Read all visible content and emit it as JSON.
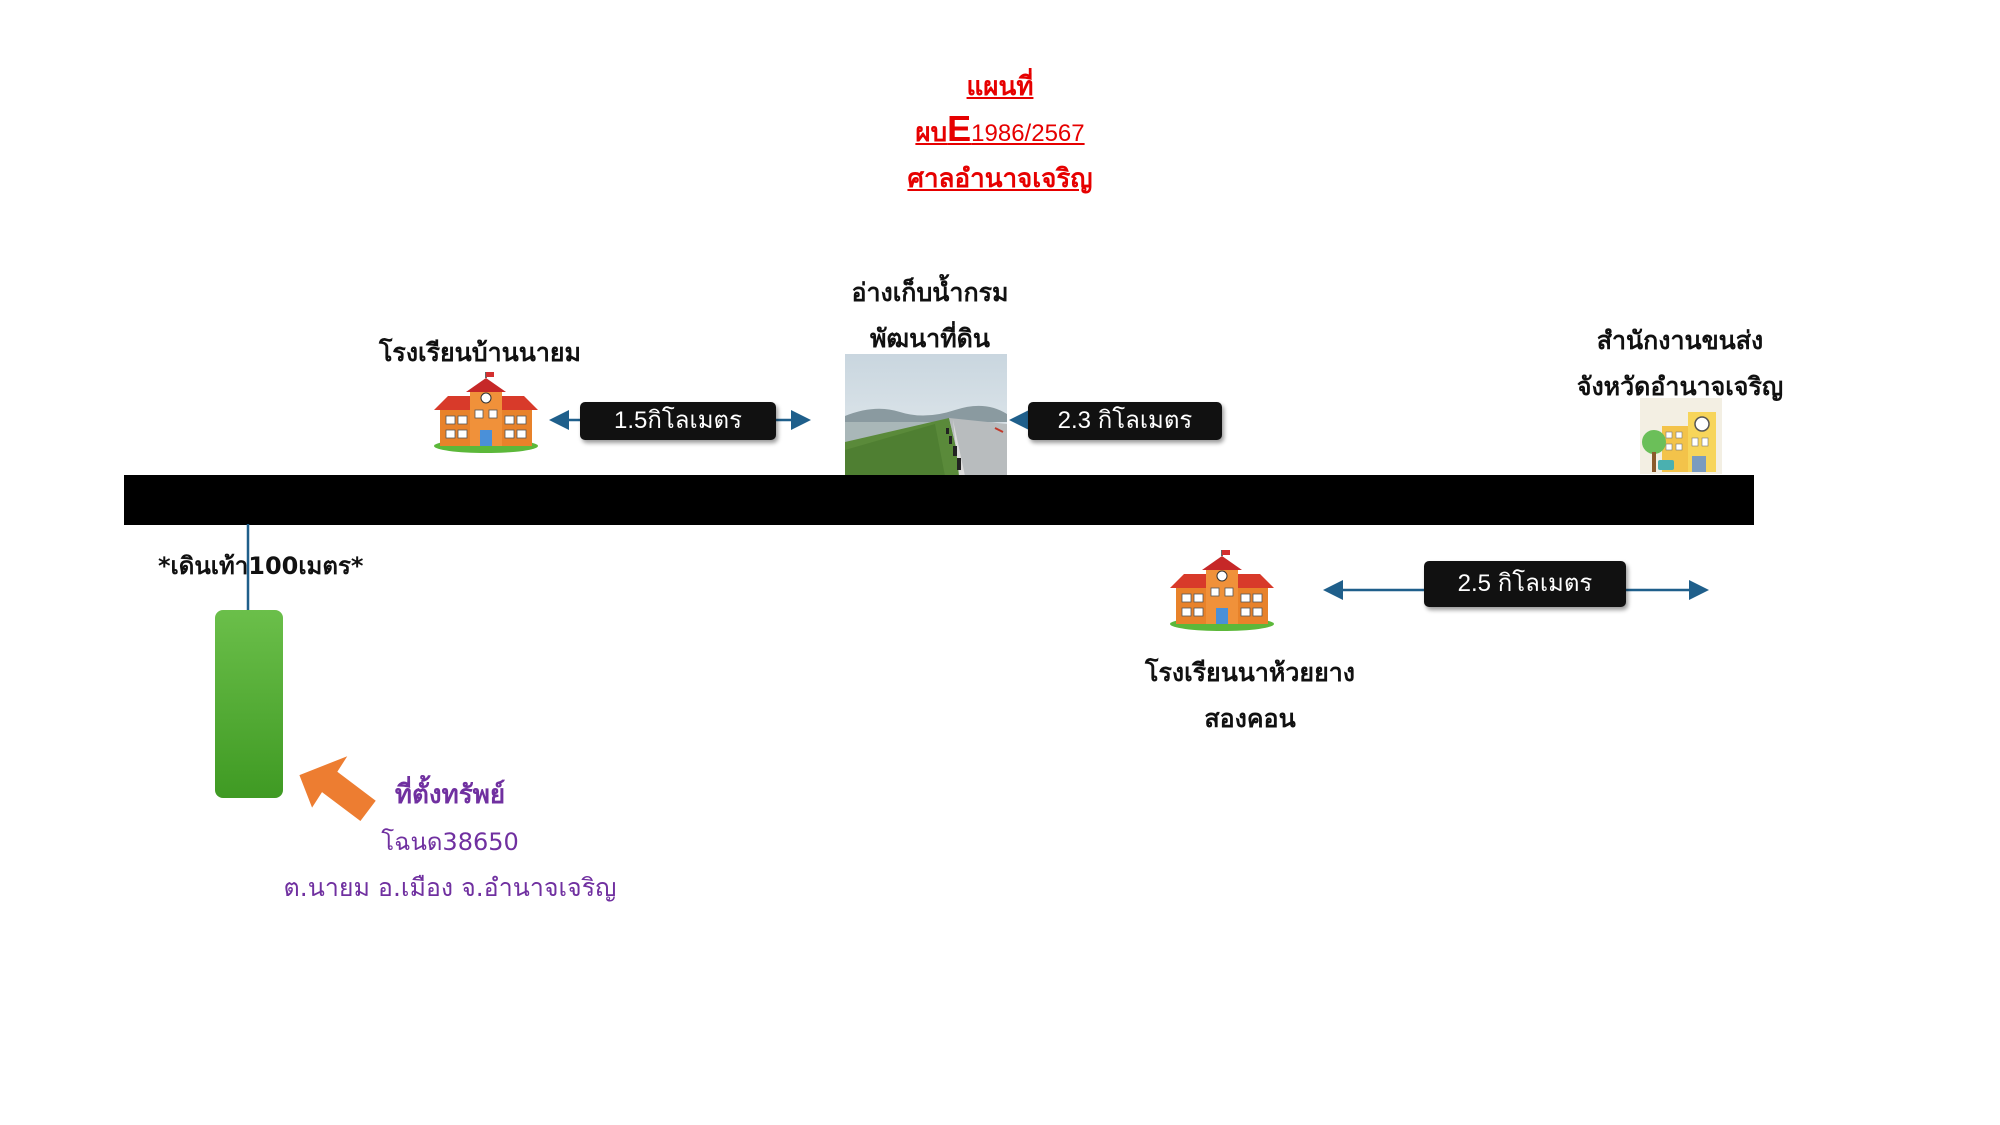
{
  "header": {
    "line1": "แผนที่",
    "line2_prefix": "ผบ",
    "line2_big": "E",
    "line2_suffix": "1986/2567",
    "line3": "ศาลอำนาจเจริญ"
  },
  "landmarks": {
    "school_nayom": "โรงเรียนบ้านนายม",
    "reservoir_line1": "อ่างเก็บน้ำกรม",
    "reservoir_line2": "พัฒนาที่ดิน",
    "transport_line1": "สำนักงานขนส่ง",
    "transport_line2": "จังหวัดอำนาจเจริญ",
    "school_huaiyang_line1": "โรงเรียนนาห้วยยาง",
    "school_huaiyang_line2": "สองคอน"
  },
  "distances": {
    "d1": "1.5กิโลเมตร",
    "d2": "2.3 กิโลเมตร",
    "d3": "2.5 กิโลเมตร"
  },
  "walk_note": "*เดินเท้า100เมตร*",
  "property": {
    "line1": "ที่ตั้งทรัพย์",
    "line2": "โฉนด38650",
    "line3": "ต.นายม อ.เมือง จ.อำนาจเจริญ"
  },
  "colors": {
    "title_red": "#e60000",
    "road": "#000000",
    "property_green": "#4aa82a",
    "arrow_orange": "#ed7d31",
    "property_text": "#7030a0",
    "connector_blue": "#1f5f8b"
  },
  "icons": [
    "school-icon",
    "reservoir-photo",
    "office-building-icon",
    "location-arrow-icon"
  ]
}
